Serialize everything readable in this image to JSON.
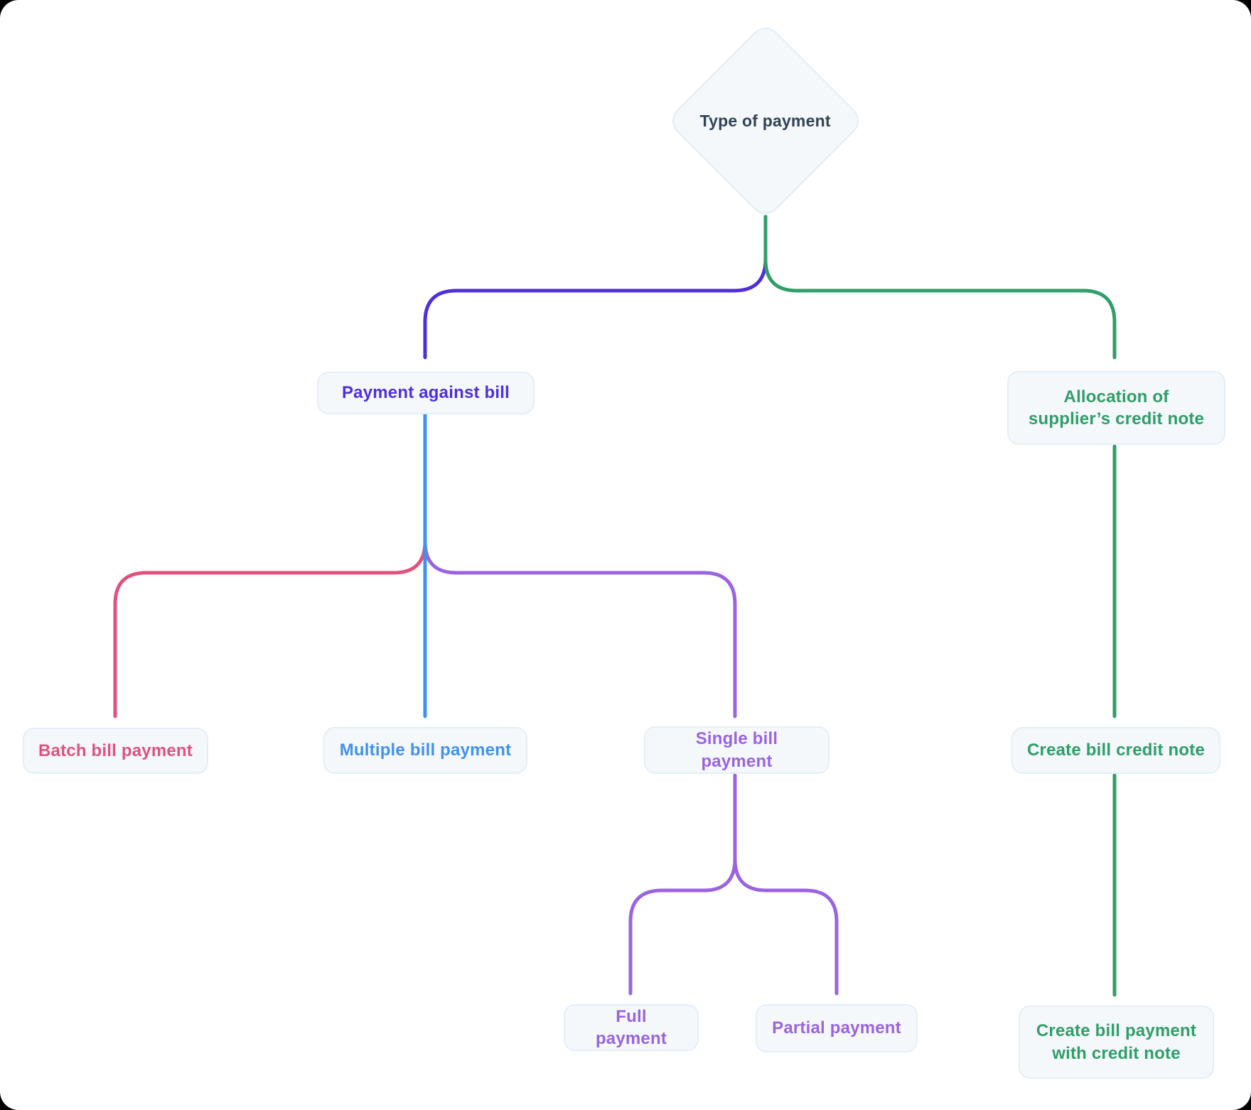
{
  "colors": {
    "indigo": "#4f2fd9",
    "green": "#2f9e68",
    "pink": "#e0527e",
    "blue": "#4292ec",
    "purple": "#9a63e0",
    "node_fill": "#f4f8fb",
    "node_border": "#e5eef6",
    "title_text": "#304357",
    "page_background": "#000000",
    "canvas_background": "#ffffff"
  },
  "nodes": {
    "type_of_payment": {
      "label": "Type of payment",
      "shape": "diamond",
      "color": "title_text"
    },
    "payment_against_bill": {
      "label": "Payment against bill",
      "shape": "rect",
      "color": "indigo"
    },
    "allocation_of_suppliers_credit_note": {
      "label": "Allocation of supplier’s credit note",
      "shape": "rect",
      "color": "green"
    },
    "batch_bill_payment": {
      "label": "Batch bill payment",
      "shape": "rect",
      "color": "pink"
    },
    "multiple_bill_payment": {
      "label": "Multiple bill payment",
      "shape": "rect",
      "color": "blue"
    },
    "single_bill_payment": {
      "label": "Single bill payment",
      "shape": "rect",
      "color": "purple"
    },
    "create_bill_credit_note": {
      "label": "Create bill credit note",
      "shape": "rect",
      "color": "green"
    },
    "full_payment": {
      "label": "Full payment",
      "shape": "rect",
      "color": "purple"
    },
    "partial_payment": {
      "label": "Partial payment",
      "shape": "rect",
      "color": "purple"
    },
    "create_bill_payment_with_credit_note": {
      "label": "Create bill payment with credit note",
      "shape": "rect",
      "color": "green"
    }
  },
  "edges": [
    {
      "from": "type_of_payment",
      "to": "payment_against_bill",
      "color": "indigo",
      "arrow": true
    },
    {
      "from": "type_of_payment",
      "to": "allocation_of_suppliers_credit_note",
      "color": "green",
      "arrow": true
    },
    {
      "from": "payment_against_bill",
      "to": "batch_bill_payment",
      "color": "pink",
      "arrow": true
    },
    {
      "from": "payment_against_bill",
      "to": "multiple_bill_payment",
      "color": "blue",
      "arrow": true
    },
    {
      "from": "payment_against_bill",
      "to": "single_bill_payment",
      "color": "purple",
      "arrow": true
    },
    {
      "from": "single_bill_payment",
      "to": "full_payment",
      "color": "purple",
      "arrow": true
    },
    {
      "from": "single_bill_payment",
      "to": "partial_payment",
      "color": "purple",
      "arrow": true
    },
    {
      "from": "allocation_of_suppliers_credit_note",
      "to": "create_bill_credit_note",
      "color": "green",
      "arrow": true
    },
    {
      "from": "create_bill_credit_note",
      "to": "create_bill_payment_with_credit_note",
      "color": "green",
      "arrow": true
    }
  ]
}
